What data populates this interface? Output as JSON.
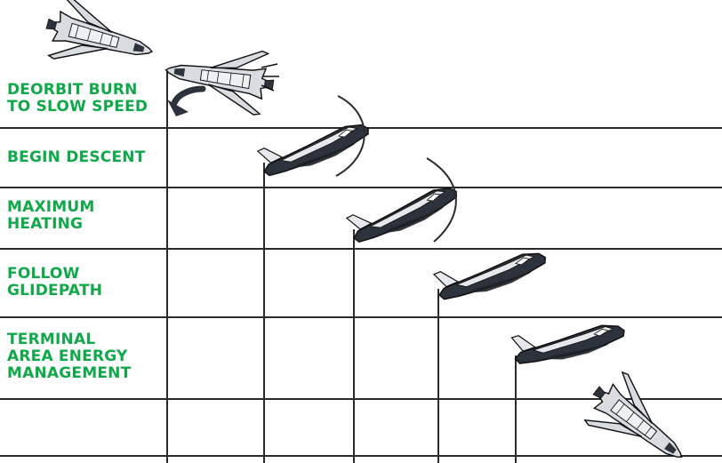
{
  "colors": {
    "label_green": "#11a84a",
    "line": "#2b2b2b",
    "orbiter_dark": "#2d333c",
    "orbiter_light": "#d9dde2"
  },
  "stages": [
    {
      "id": "deorbit",
      "label": "DEORBIT BURN\nTO SLOW SPEED",
      "icon": "orbiter-deorbit-burn-icon"
    },
    {
      "id": "descent",
      "label": "BEGIN DESCENT",
      "icon": "orbiter-descent-icon"
    },
    {
      "id": "heating",
      "label": "MAXIMUM\nHEATING",
      "icon": "orbiter-heating-icon"
    },
    {
      "id": "glidepath",
      "label": "FOLLOW\nGLIDEPATH",
      "icon": "orbiter-glide-icon"
    },
    {
      "id": "taem",
      "label": "TERMINAL\nAREA ENERGY\nMANAGEMENT",
      "icon": "orbiter-taem-icon"
    }
  ],
  "icons": {
    "orbit": "orbiter-in-orbit-icon",
    "landing": "orbiter-landing-icon",
    "arrow": "retro-burn-arrow-icon",
    "shock": "shock-wave-arc-icon"
  }
}
